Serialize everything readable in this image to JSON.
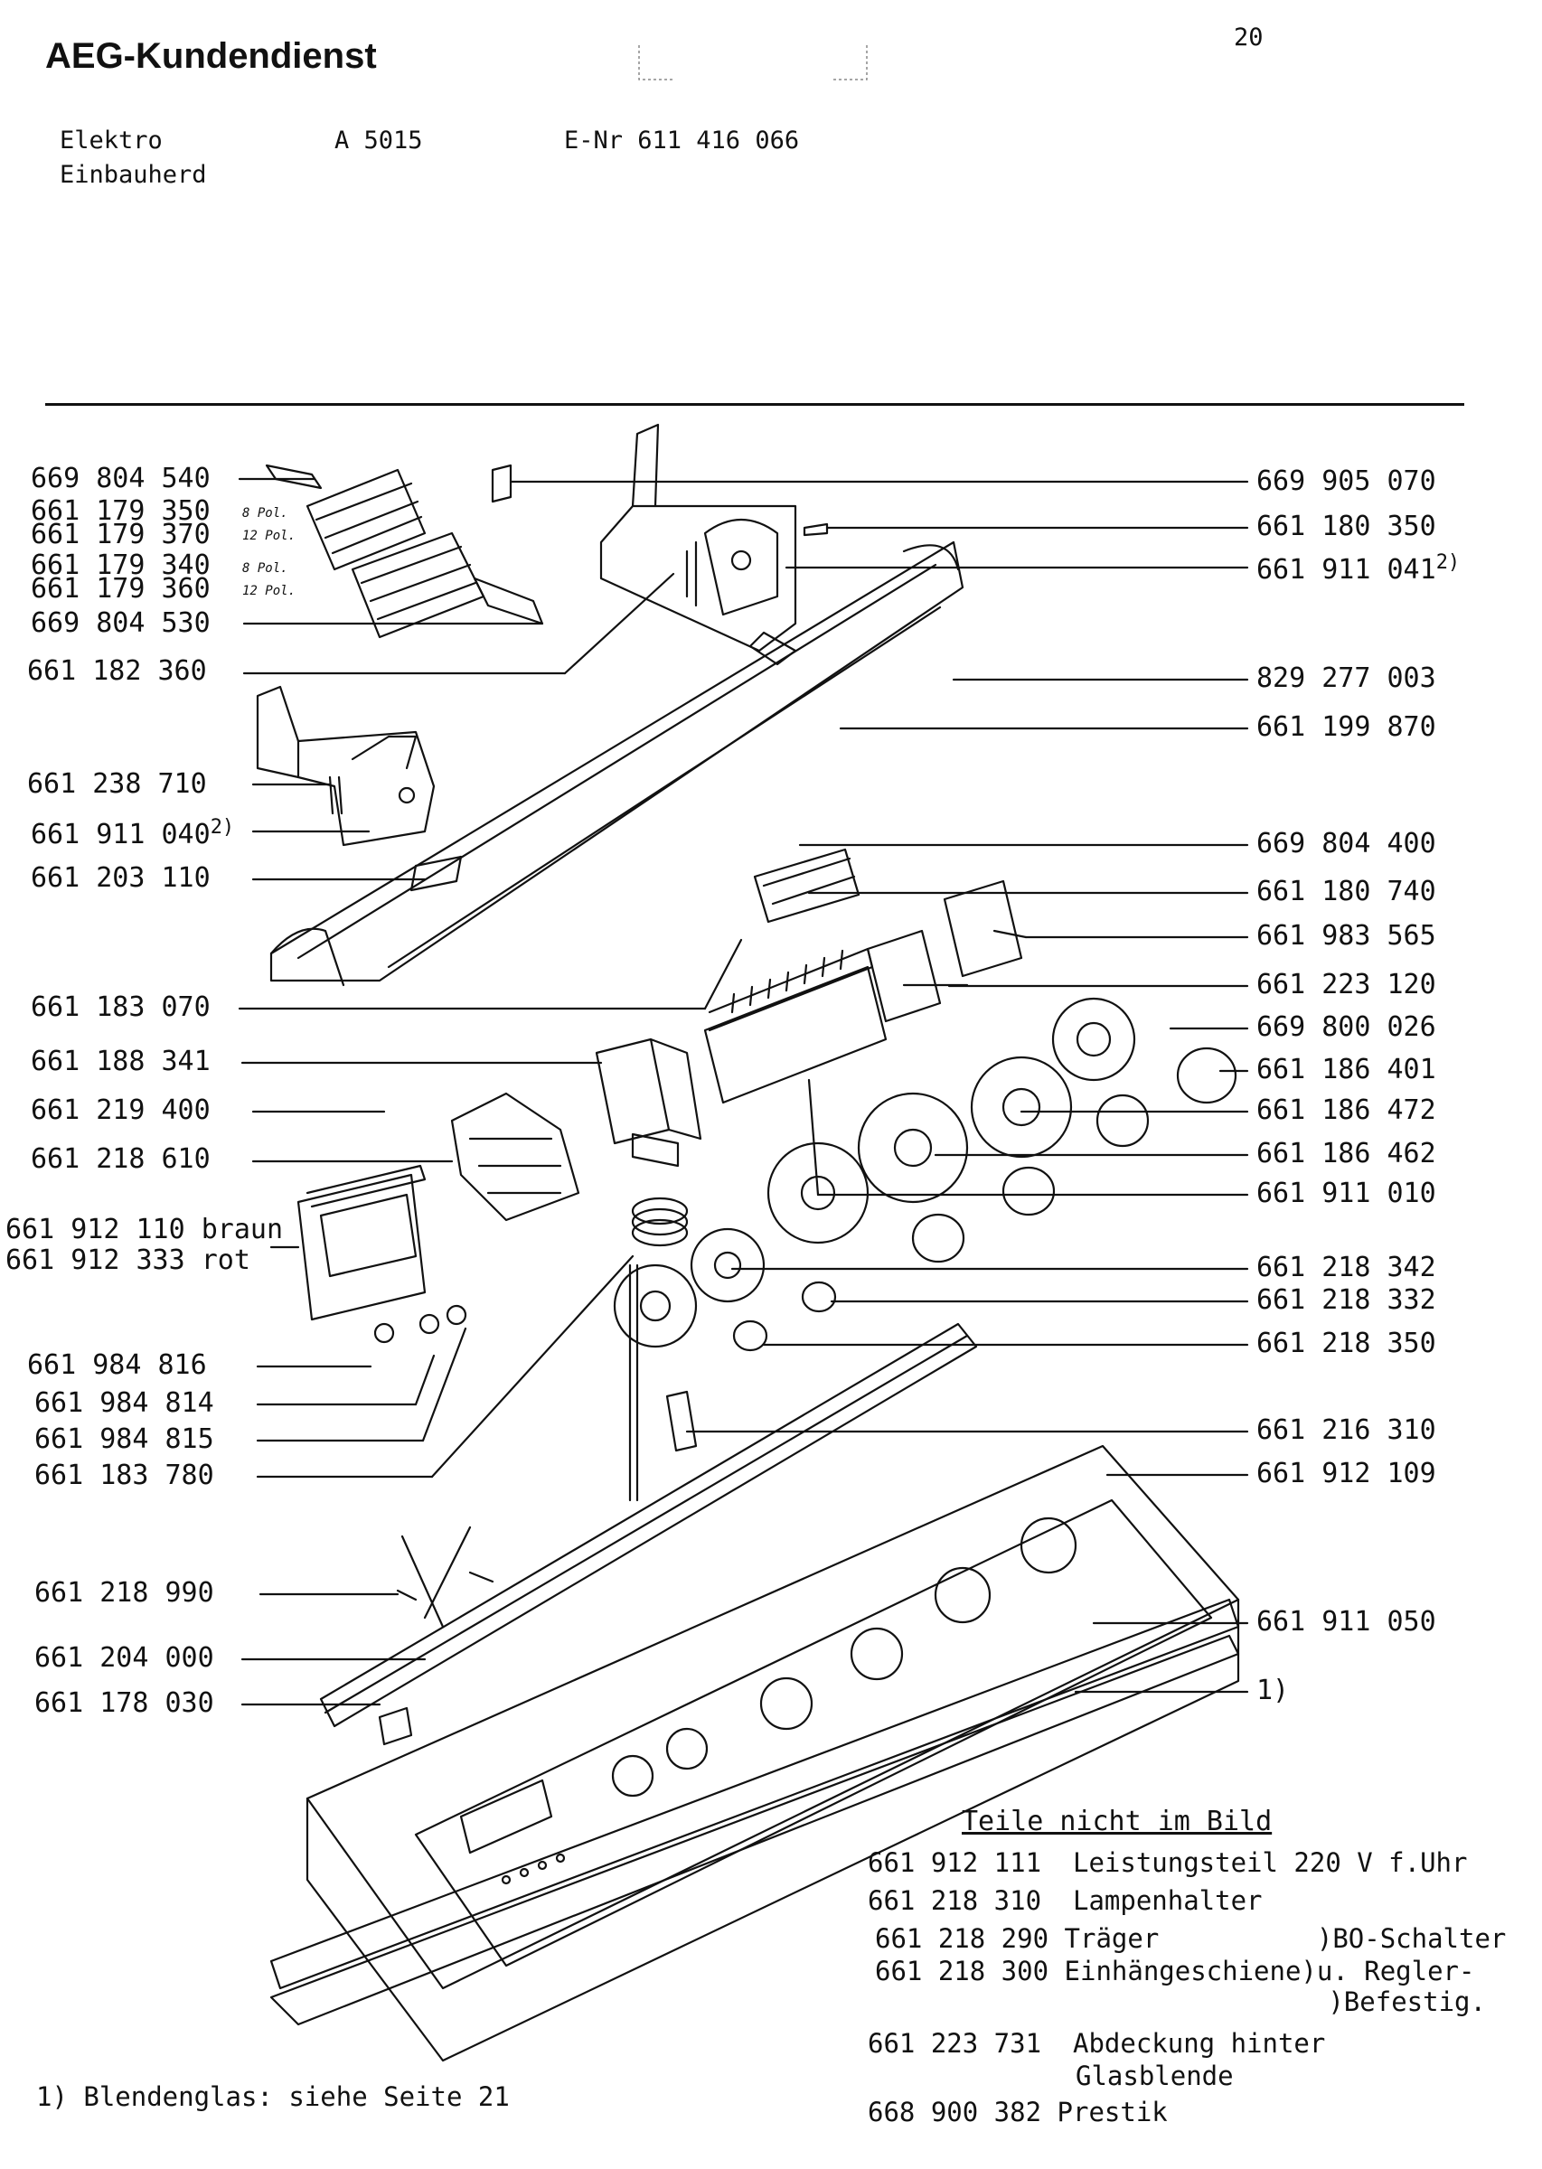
{
  "header": {
    "brand": "AEG-Kundendienst",
    "page_number": "20",
    "product_line1": "Elektro",
    "product_line2": "Einbauherd",
    "model": "A 5015",
    "enr": "E-Nr 611 416 066"
  },
  "labels_left": [
    {
      "text": "669 804 540"
    },
    {
      "text": "661 179 350"
    },
    {
      "text": "661 179 370"
    },
    {
      "text": "661 179 340"
    },
    {
      "text": "661 179 360"
    },
    {
      "text": "669 804 530"
    },
    {
      "text": "661 182 360"
    },
    {
      "text": "661 238 710"
    },
    {
      "text": "661 911 040",
      "sup": "2)"
    },
    {
      "text": "661 203 110"
    },
    {
      "text": "661 183 070"
    },
    {
      "text": "661 188 341"
    },
    {
      "text": "661 219 400"
    },
    {
      "text": "661 218 610"
    },
    {
      "text": "661 912 110 braun"
    },
    {
      "text": "661 912 333 rot"
    },
    {
      "text": "661 984 816"
    },
    {
      "text": "661 984 814"
    },
    {
      "text": "661 984 815"
    },
    {
      "text": "661 183 780"
    },
    {
      "text": "661 218 990"
    },
    {
      "text": "661 204 000"
    },
    {
      "text": "661 178 030"
    }
  ],
  "pole_notes": [
    "8 Pol.",
    "12 Pol.",
    "8 Pol.",
    "12 Pol."
  ],
  "labels_right": [
    {
      "text": "669 905 070"
    },
    {
      "text": "661 180 350"
    },
    {
      "text": "661 911 041",
      "sup": "2)"
    },
    {
      "text": "829 277 003"
    },
    {
      "text": "661 199 870"
    },
    {
      "text": "669 804 400"
    },
    {
      "text": "661 180 740"
    },
    {
      "text": "661 983 565"
    },
    {
      "text": "661 223 120"
    },
    {
      "text": "669 800 026"
    },
    {
      "text": "661 186 401"
    },
    {
      "text": "661 186 472"
    },
    {
      "text": "661 186 462"
    },
    {
      "text": "661 911 010"
    },
    {
      "text": "661 218 342"
    },
    {
      "text": "661 218 332"
    },
    {
      "text": "661 218 350"
    },
    {
      "text": "661 216 310"
    },
    {
      "text": "661 912 109"
    },
    {
      "text": "661 911 050"
    },
    {
      "text": "1)"
    }
  ],
  "parts_not_shown": {
    "title": "Teile nicht im Bild",
    "rows": [
      {
        "number": "661 912 111",
        "desc": "Leistungsteil 220 V f.Uhr"
      },
      {
        "number": "661 218 310",
        "desc": "Lampenhalter"
      },
      {
        "number": "661 218 290",
        "desc": "Träger          )BO-Schalter"
      },
      {
        "number": "661 218 300",
        "desc": "Einhängeschiene)u. Regler-"
      },
      {
        "number": "",
        "desc": "                )Befestig."
      },
      {
        "number": "661 223 731",
        "desc": "Abdeckung hinter"
      },
      {
        "number": "",
        "desc": "Glasblende"
      },
      {
        "number": "668 900 382",
        "desc": "Prestik"
      }
    ]
  },
  "footnote": "1) Blendenglas: siehe Seite 21"
}
